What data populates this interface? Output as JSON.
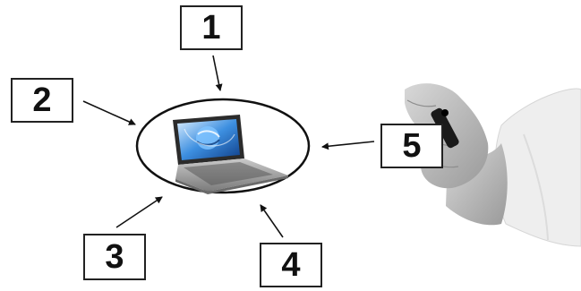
{
  "diagram": {
    "labels": [
      "1",
      "2",
      "3",
      "4",
      "5"
    ],
    "central_item": "laptop-icon",
    "accent_color": "#2a72c8",
    "line_color": "#111111"
  }
}
